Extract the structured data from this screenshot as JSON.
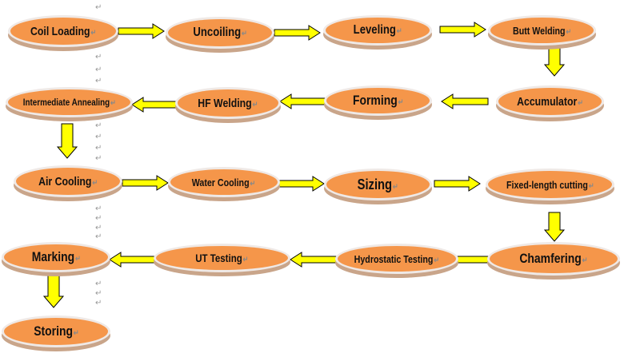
{
  "paragraph_mark": "↵",
  "colors": {
    "node_fill": "#f5964a",
    "arrow_fill": "#ffff00",
    "arrow_stroke": "#000000"
  },
  "steps": [
    {
      "id": "coil-loading",
      "label": "Coil Loading"
    },
    {
      "id": "uncoiling",
      "label": "Uncoiling"
    },
    {
      "id": "leveling",
      "label": "Leveling"
    },
    {
      "id": "butt-welding",
      "label": "Butt Welding"
    },
    {
      "id": "accumulator",
      "label": "Accumulator"
    },
    {
      "id": "forming",
      "label": "Forming"
    },
    {
      "id": "hf-welding",
      "label": "HF Welding"
    },
    {
      "id": "intermediate-annealing",
      "label": "Intermediate Annealing"
    },
    {
      "id": "air-cooling",
      "label": "Air Cooling"
    },
    {
      "id": "water-cooling",
      "label": "Water Cooling"
    },
    {
      "id": "sizing",
      "label": "Sizing"
    },
    {
      "id": "fixed-length-cutting",
      "label": "Fixed-length cutting"
    },
    {
      "id": "chamfering",
      "label": "Chamfering"
    },
    {
      "id": "hydrostatic-testing",
      "label": "Hydrostatic Testing"
    },
    {
      "id": "ut-testing",
      "label": "UT Testing"
    },
    {
      "id": "marking",
      "label": "Marking"
    },
    {
      "id": "storing",
      "label": "Storing"
    }
  ]
}
